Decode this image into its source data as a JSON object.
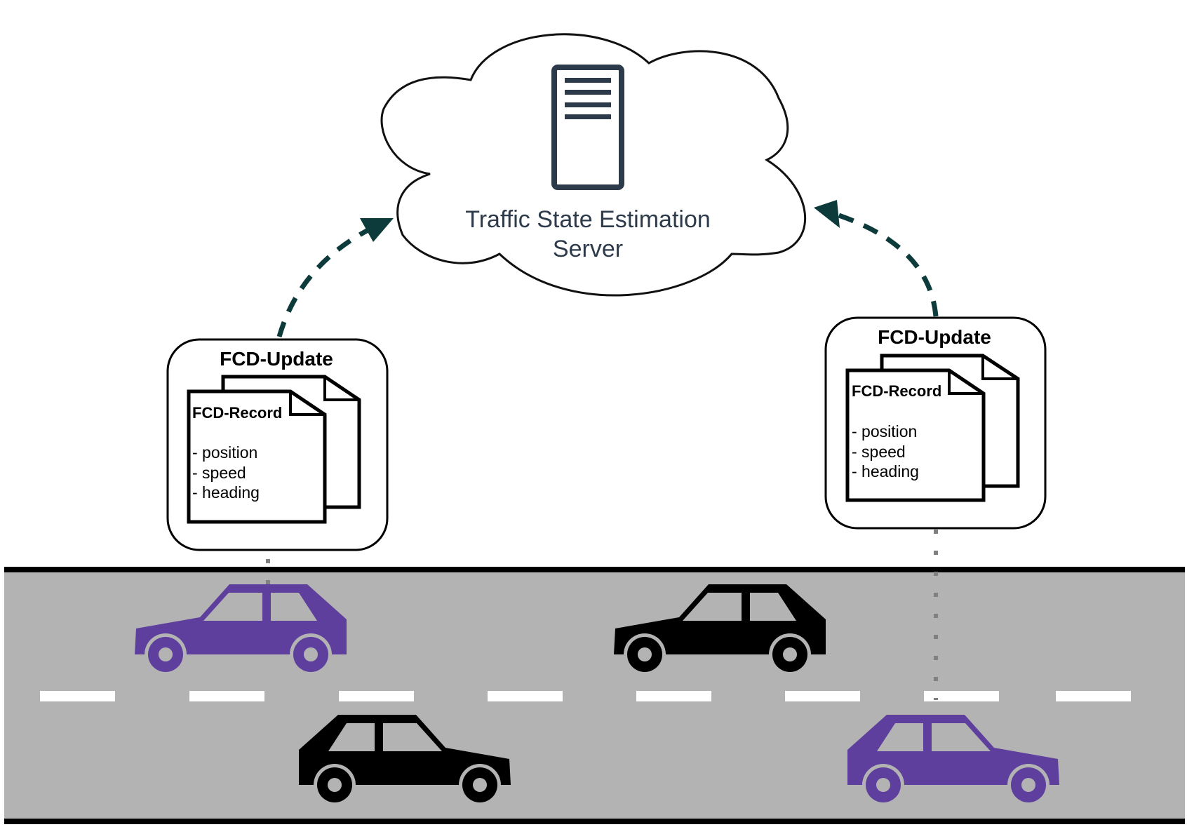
{
  "server": {
    "title_line1": "Traffic State Estimation",
    "title_line2": "Server",
    "icon": "server-icon"
  },
  "updates": [
    {
      "title": "FCD-Update",
      "record_title": "FCD-Record",
      "fields": [
        "- position",
        "- speed",
        "- heading"
      ]
    },
    {
      "title": "FCD-Update",
      "record_title": "FCD-Record",
      "fields": [
        "- position",
        "- speed",
        "- heading"
      ]
    }
  ],
  "colors": {
    "probe_car": "#5e3f9e",
    "regular_car": "#000000",
    "road": "#b3b3b3",
    "arrow": "#0d3b3b",
    "server_icon": "#2d3a4a",
    "cloud_text": "#2d3a4a"
  }
}
